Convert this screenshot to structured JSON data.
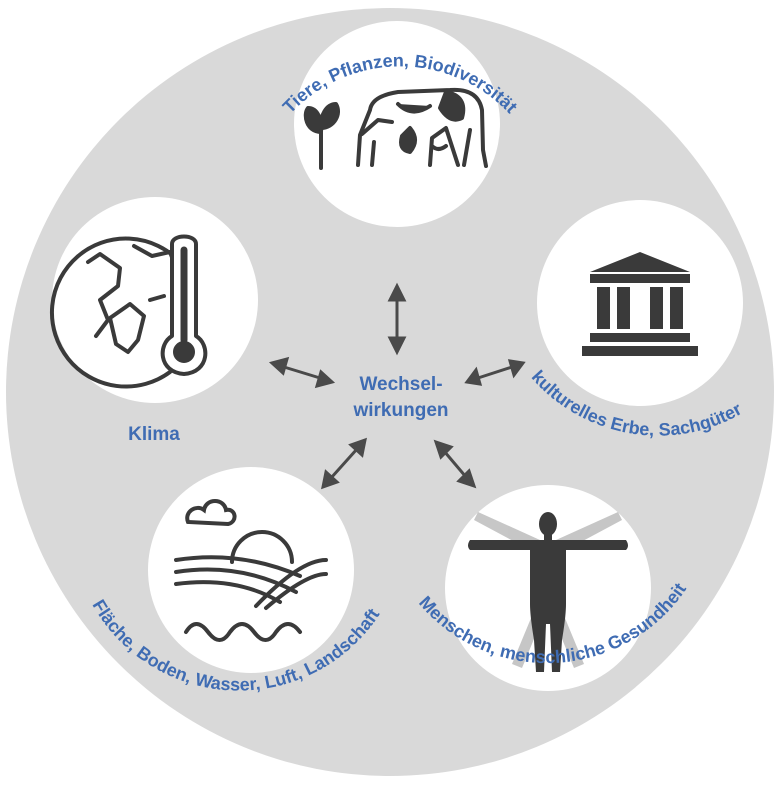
{
  "center": {
    "line1": "Wechsel-",
    "line2": "wirkungen"
  },
  "topics": {
    "tiere": "Tiere, Pflanzen, Biodiversität",
    "kultur": "kulturelles Erbe, Sachgüter",
    "menschen": "Menschen, menschliche Gesundheit",
    "flaeche": "Fläche, Boden, Wasser, Luft, Landschaft",
    "klima": "Klima"
  },
  "colors": {
    "background_disc": "#d9d9d9",
    "icon_circle": "#ffffff",
    "label_text": "#3f6cb3",
    "icon_stroke": "#3a3a3a",
    "arrow": "#4a4a4a"
  }
}
